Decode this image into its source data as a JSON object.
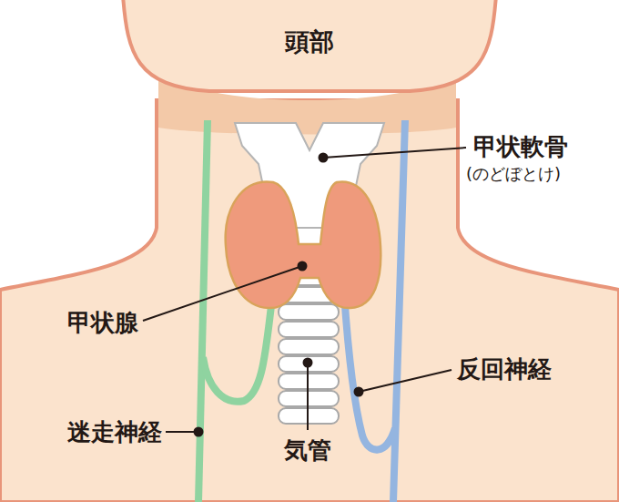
{
  "diagram": {
    "labels": [
      "頭部",
      "甲状軟骨",
      "(のどぼとけ)",
      "甲状腺",
      "反回神経",
      "迷走神経",
      "気管"
    ]
  }
}
